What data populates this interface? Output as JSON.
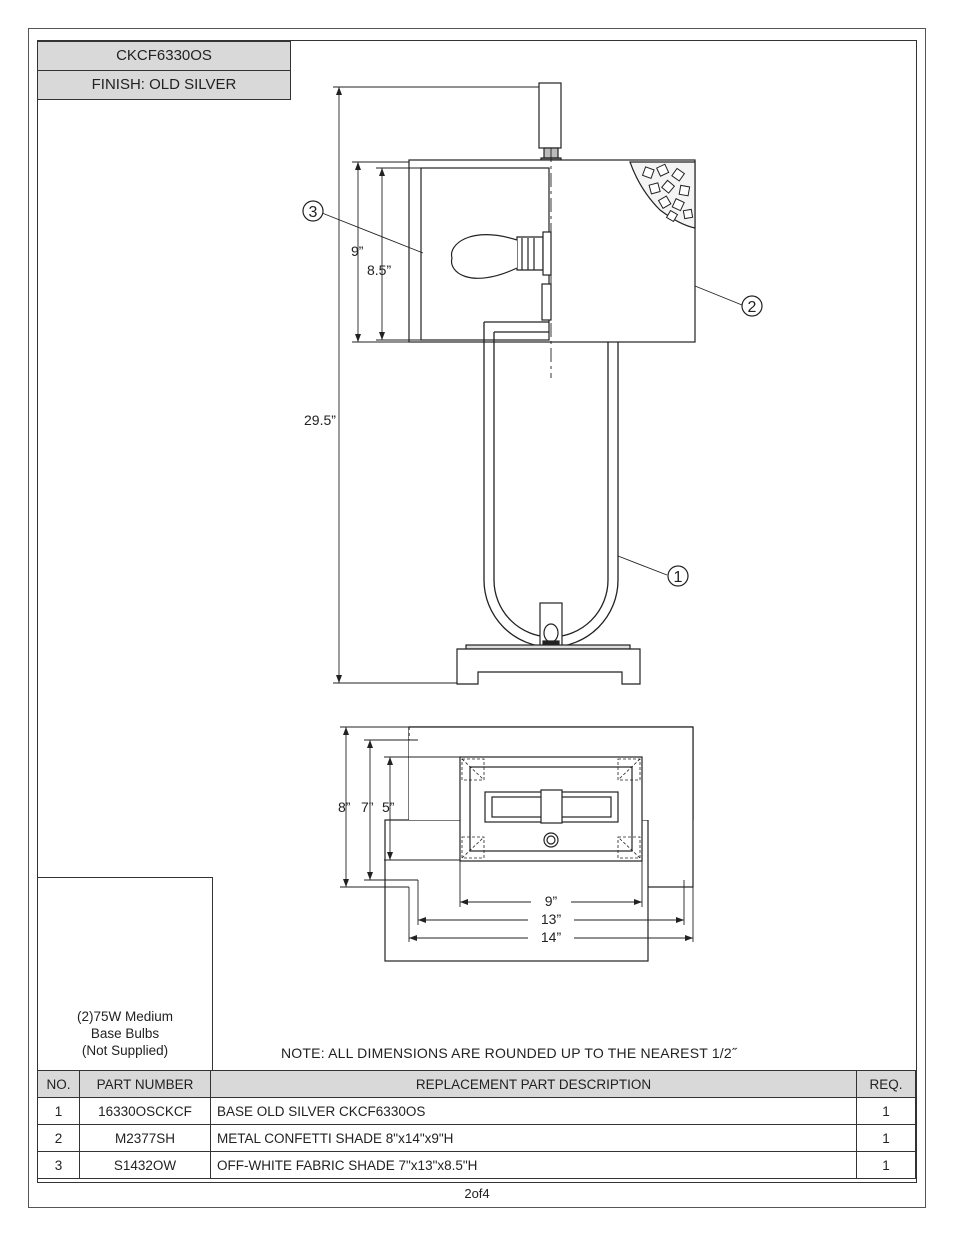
{
  "header": {
    "model": "CKCF6330OS",
    "finish": "FINISH: OLD SILVER"
  },
  "elevation": {
    "dimensions": {
      "overall_height": "29.5”",
      "shade_outer_height": "9”",
      "shade_inner_height": "8.5”"
    },
    "callouts": [
      "1",
      "2",
      "3"
    ]
  },
  "plan_view": {
    "dimensions": {
      "depth_outer": "8”",
      "depth_mid": "7”",
      "depth_base": "5”",
      "width_base": "9”",
      "width_mid": "13”",
      "width_outer": "14”"
    }
  },
  "bulb": {
    "line1": "(2)75W Medium",
    "line2": "Base Bulbs",
    "line3": "(Not Supplied)"
  },
  "note": "NOTE:  ALL DIMENSIONS ARE ROUNDED UP TO THE NEAREST  1/2˝",
  "parts_table": {
    "headers": {
      "no": "NO.",
      "part_number": "PART NUMBER",
      "description": "REPLACEMENT PART DESCRIPTION",
      "req": "REQ."
    },
    "rows": [
      {
        "no": "1",
        "part_number": "16330OSCKCF",
        "description": "BASE OLD SILVER CKCF6330OS",
        "req": "1"
      },
      {
        "no": "2",
        "part_number": "M2377SH",
        "description": "METAL CONFETTI SHADE 8\"x14\"x9\"H",
        "req": "1"
      },
      {
        "no": "3",
        "part_number": "S1432OW",
        "description": "OFF-WHITE FABRIC SHADE 7\"x13\"x8.5\"H",
        "req": "1"
      }
    ]
  },
  "footer": {
    "page": "2of4"
  }
}
